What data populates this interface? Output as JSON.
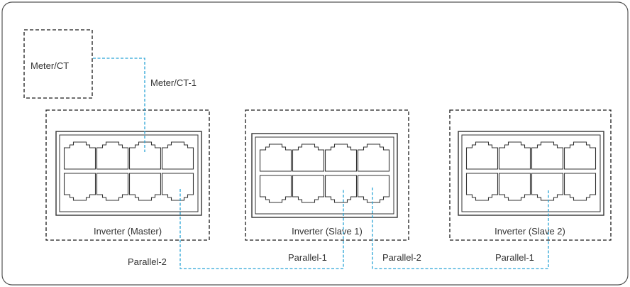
{
  "meter": {
    "label": "Meter/CT"
  },
  "inverters": [
    {
      "label": "Inverter (Master)"
    },
    {
      "label": "Inverter (Slave 1)"
    },
    {
      "label": "Inverter (Slave 2)"
    }
  ],
  "connections": [
    {
      "label": "Meter/CT-1"
    },
    {
      "label": "Parallel-2"
    },
    {
      "label": "Parallel-1"
    },
    {
      "label": "Parallel-2"
    },
    {
      "label": "Parallel-1"
    }
  ],
  "colors": {
    "frame": "#555555",
    "box_dash": "#1a1a1a",
    "port": "#333333",
    "wire": "#29a3d6",
    "text": "#333333"
  }
}
